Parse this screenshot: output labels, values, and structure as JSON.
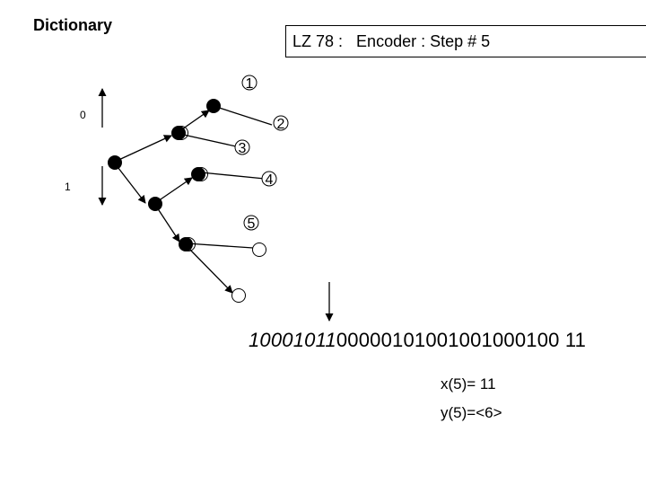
{
  "dictionary_title": "Dictionary",
  "header": {
    "algorithm": "LZ 78 :",
    "step_label": "Encoder : Step # 5"
  },
  "axis_labels": {
    "up": "0",
    "down": "1"
  },
  "node_labels": [
    "1",
    "2",
    "3",
    "4",
    "5"
  ],
  "bitstream": {
    "parsed": "10001011",
    "remaining": "00000101001001000100 11"
  },
  "x_equation": "x(5)= 11",
  "y_equation": "y(5)=<6>",
  "colors": {
    "filled_node": "#000000",
    "empty_node": "#ffffff",
    "stroke": "#000000"
  }
}
